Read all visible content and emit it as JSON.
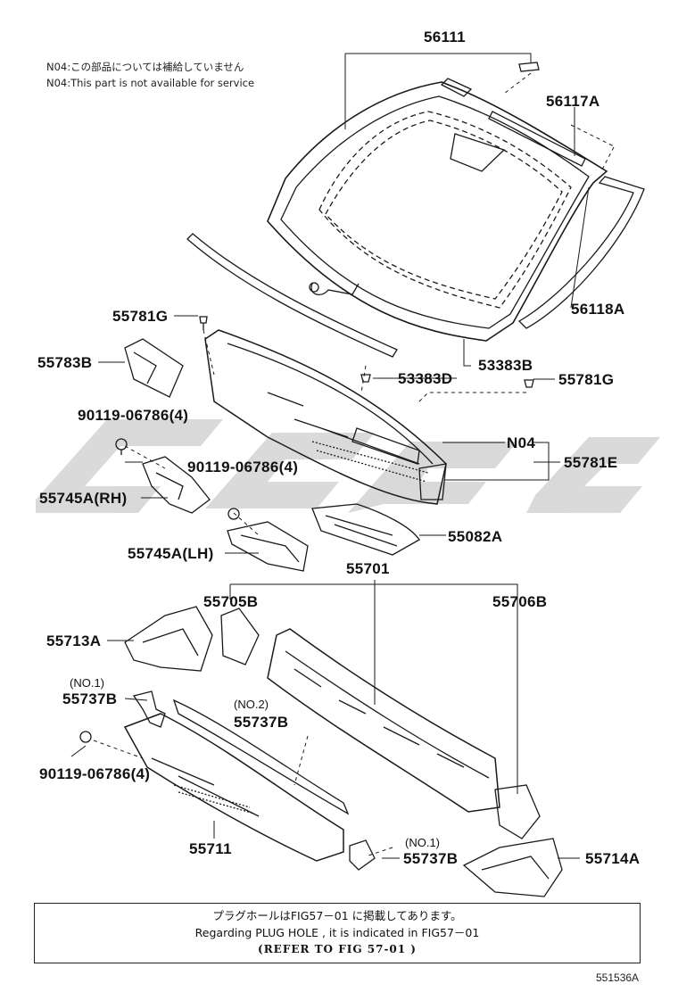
{
  "notes": {
    "jp": "N04:この部品については補給していません",
    "en": "N04:This part is not available for service"
  },
  "labels": {
    "p56111": "56111",
    "p56117A": "56117A",
    "p56118A": "56118A",
    "p55781G_left": "55781G",
    "p55783B": "55783B",
    "p53383D": "53383D",
    "p53383B": "53383B",
    "p55781G_right": "55781G",
    "p90119_a": "90119-06786(4)",
    "p90119_b": "90119-06786(4)",
    "pN04": "N04",
    "p55781E": "55781E",
    "p55745A_RH": "55745A(RH)",
    "p55745A_LH": "55745A(LH)",
    "p55082A": "55082A",
    "p55701": "55701",
    "p55705B": "55705B",
    "p55706B": "55706B",
    "p55713A": "55713A",
    "p55737B_no1_tag": "(NO.1)",
    "p55737B_no1": "55737B",
    "p55737B_no2_tag": "(NO.2)",
    "p55737B_no2": "55737B",
    "p90119_c": "90119-06786(4)",
    "p55711": "55711",
    "p55737B_no1b_tag": "(NO.1)",
    "p55737B_no1b": "55737B",
    "p55714A": "55714A"
  },
  "footnote": {
    "jp": "プラグホールはFIG57－01 に掲載してあります。",
    "en": "Regarding PLUG HOLE , it is indicated in FIG57－01",
    "ref": "(REFER TO FIG 57-01 )"
  },
  "diagram_id": "551536A",
  "colors": {
    "line": "#1a1a1a",
    "watermark": "#c8c8c8"
  }
}
